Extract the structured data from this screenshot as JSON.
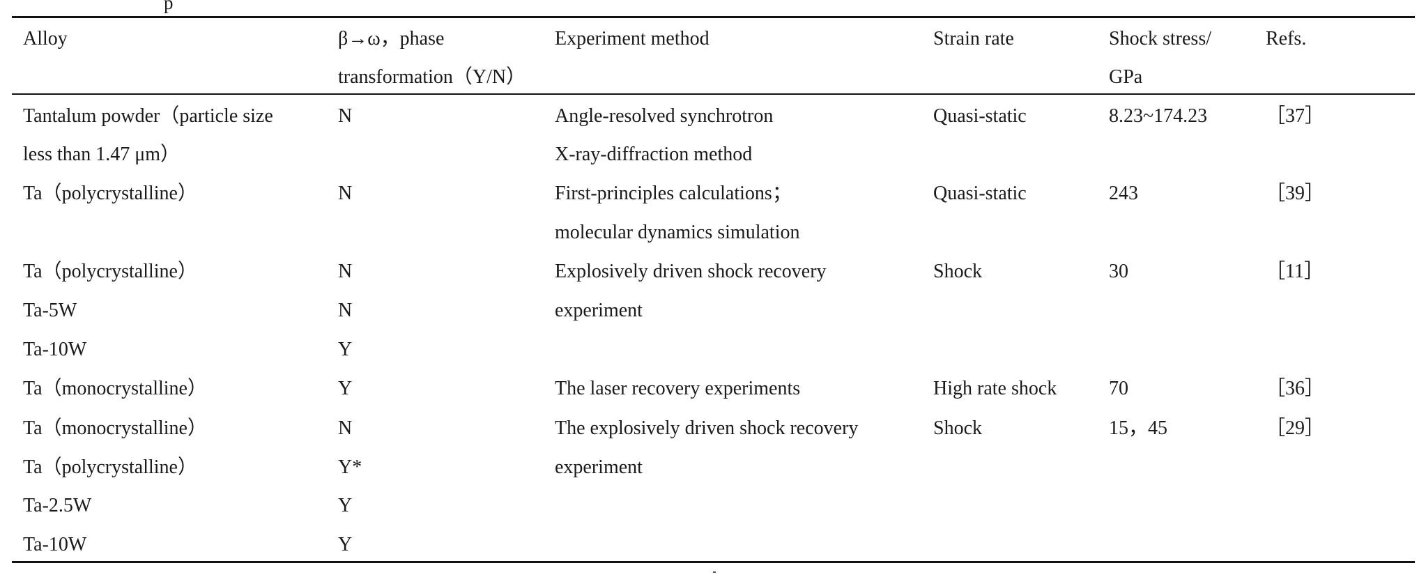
{
  "caption_fragment": "p",
  "table": {
    "headers": {
      "alloy": "Alloy",
      "phase_line1": "β→ω，phase",
      "phase_line2": "transformation（Y/N）",
      "method": "Experiment method",
      "strain": "Strain rate",
      "stress_line1": "Shock stress/",
      "stress_line2": "GPa",
      "refs": "Refs."
    },
    "rows": [
      {
        "alloy": [
          "Tantalum powder（particle size",
          "less than 1.47 μm）"
        ],
        "phase": "N",
        "method": [
          "Angle-resolved synchrotron",
          "X-ray-diffraction method"
        ],
        "strain": "Quasi-static",
        "stress": "8.23~174.23",
        "ref": "［37］"
      },
      {
        "alloy": [
          "Ta（polycrystalline）"
        ],
        "phase": "N",
        "method": [
          "First-principles calculations；",
          "molecular dynamics simulation"
        ],
        "strain": "Quasi-static",
        "stress": "243",
        "ref": "［39］"
      },
      {
        "alloy": [
          "Ta（polycrystalline）",
          "Ta-5W",
          "Ta-10W"
        ],
        "phase": [
          "N",
          "N",
          "Y"
        ],
        "method": [
          "Explosively driven shock recovery",
          "experiment"
        ],
        "strain": "Shock",
        "stress": "30",
        "ref": "［11］"
      },
      {
        "alloy": [
          "Ta（monocrystalline）"
        ],
        "phase": "Y",
        "method": [
          "The laser recovery experiments"
        ],
        "strain": "High rate shock",
        "stress": "70",
        "ref": "［36］"
      },
      {
        "alloy": [
          "Ta（monocrystalline）",
          "Ta（polycrystalline）",
          "Ta-2.5W",
          "Ta-10W"
        ],
        "phase": [
          "N",
          "Y*",
          "Y",
          "Y"
        ],
        "method": [
          "The explosively driven shock recovery",
          "experiment"
        ],
        "strain": "Shock",
        "stress": "15，45",
        "ref": "［29］"
      }
    ]
  }
}
